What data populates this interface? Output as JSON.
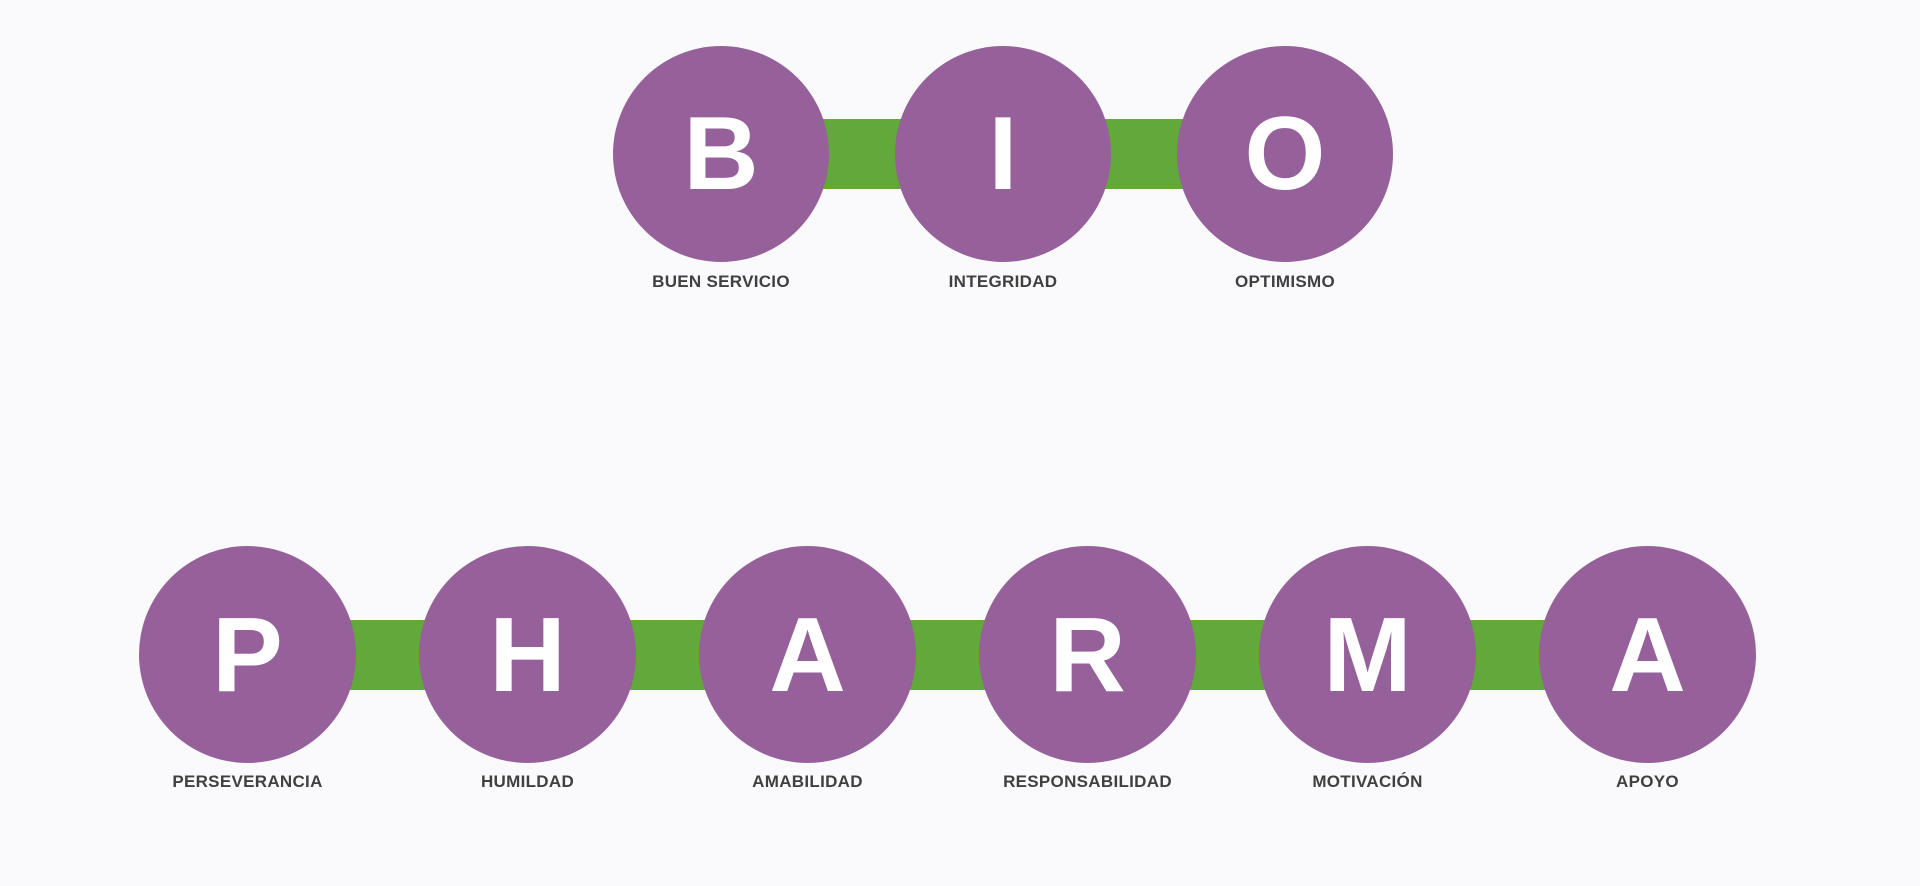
{
  "theme": {
    "background": "#FAFAFC",
    "node_color": "#96609B",
    "connector_color": "#63A83A",
    "letter_color": "#FFFFFF",
    "label_color": "#404040"
  },
  "rows": [
    {
      "id": "bio",
      "word": "BIO",
      "nodes": [
        {
          "letter": "B",
          "label": "BUEN SERVICIO"
        },
        {
          "letter": "I",
          "label": "INTEGRIDAD"
        },
        {
          "letter": "O",
          "label": "OPTIMISMO"
        }
      ]
    },
    {
      "id": "pharma",
      "word": "PHARMA",
      "nodes": [
        {
          "letter": "P",
          "label": "PERSEVERANCIA"
        },
        {
          "letter": "H",
          "label": "HUMILDAD"
        },
        {
          "letter": "A",
          "label": "AMABILIDAD"
        },
        {
          "letter": "R",
          "label": "RESPONSABILIDAD"
        },
        {
          "letter": "M",
          "label": "MOTIVACIÓN"
        },
        {
          "letter": "A",
          "label": "APOYO"
        }
      ]
    }
  ]
}
